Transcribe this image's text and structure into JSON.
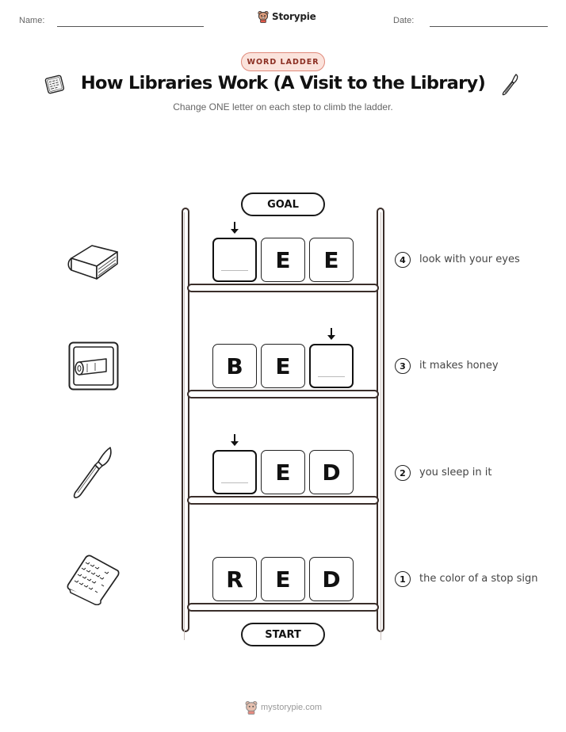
{
  "header": {
    "name_label": "Name:",
    "date_label": "Date:",
    "brand": "Storypie"
  },
  "badge": "WORD LADDER",
  "title": "How Libraries Work (A Visit to the Library)",
  "subtitle": "Change ONE letter on each step to climb the ladder.",
  "goal_label": "GOAL",
  "start_label": "START",
  "steps": [
    {
      "number": "4",
      "clue": "look with your eyes",
      "letters": [
        "",
        "E",
        "E"
      ],
      "changed_index": 0,
      "icon": "book-icon"
    },
    {
      "number": "3",
      "clue": "it makes honey",
      "letters": [
        "B",
        "E",
        ""
      ],
      "changed_index": 2,
      "icon": "scroll-frame-icon"
    },
    {
      "number": "2",
      "clue": "you sleep in it",
      "letters": [
        "",
        "E",
        "D"
      ],
      "changed_index": 0,
      "icon": "quill-brush-icon"
    },
    {
      "number": "1",
      "clue": "the color of a stop sign",
      "letters": [
        "R",
        "E",
        "D"
      ],
      "changed_index": null,
      "icon": "clay-tablet-icon"
    }
  ],
  "footer": "mystorypie.com",
  "colors": {
    "badge_border": "#e0897a",
    "badge_fill": "#fbe3dc",
    "badge_text": "#8b2e22",
    "ladder": "#3a2e2a"
  }
}
